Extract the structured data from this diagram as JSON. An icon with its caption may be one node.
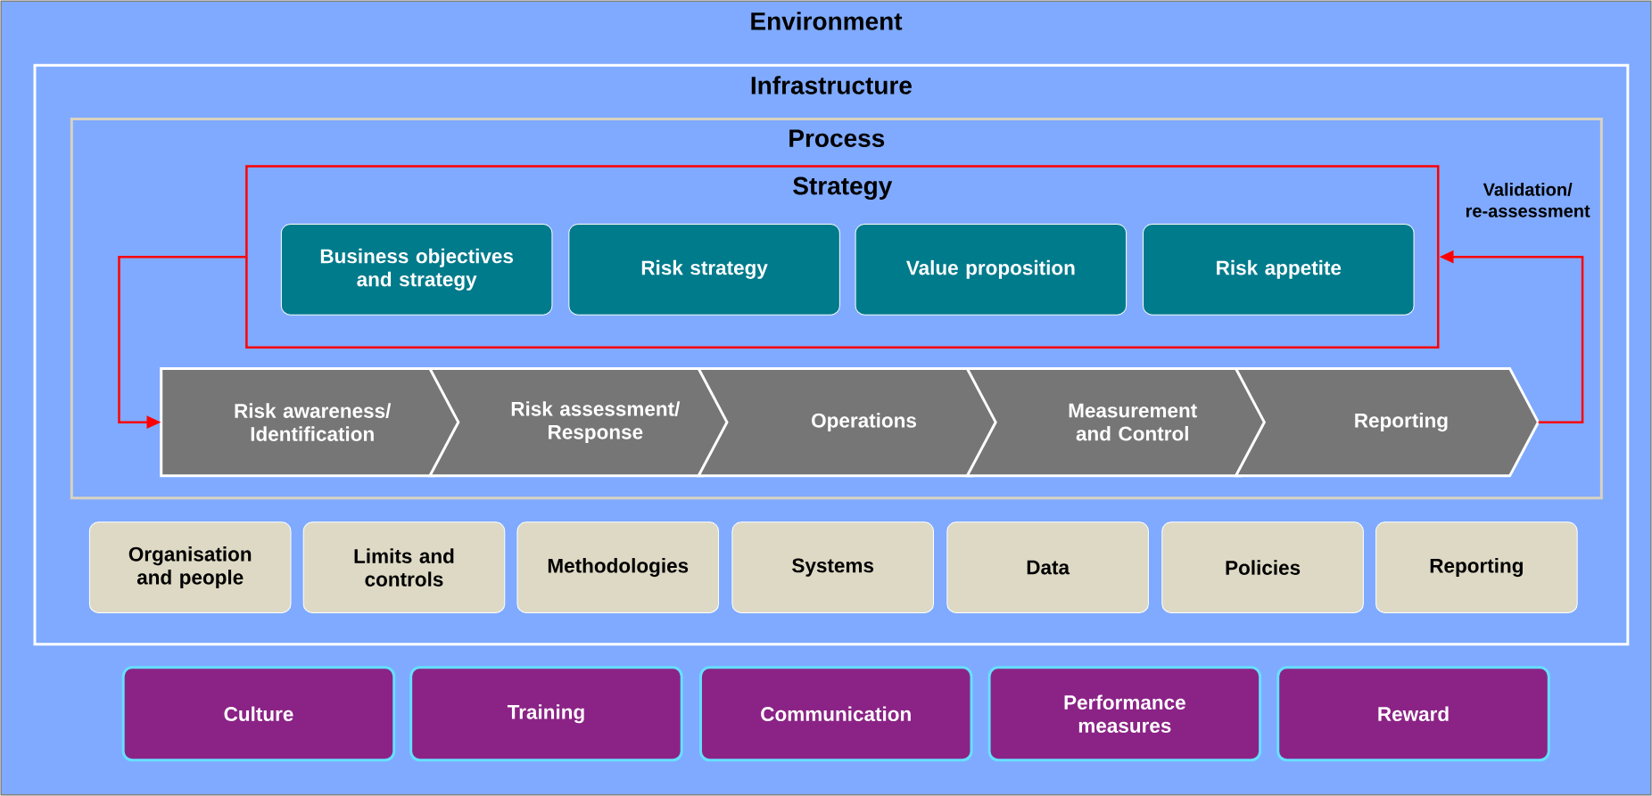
{
  "diagram": {
    "nodes": [
      {
        "text": [
          "Environment"
        ]
      },
      {
        "text": [
          "Infrastructure"
        ],
        "in": 0
      },
      {
        "text": [
          "Process"
        ],
        "in": 1
      },
      {
        "text": [
          "Strategy"
        ],
        "in": 2
      },
      {
        "text": [
          "Business objectives and strategy"
        ],
        "in": 3
      },
      {
        "text": [
          "Risk strategy"
        ],
        "in": 3
      },
      {
        "text": [
          "Value proposition"
        ],
        "in": 3
      },
      {
        "text": [
          "Risk appetite"
        ],
        "in": 3
      },
      {
        "text": [
          "Risk awareness/ Identification"
        ],
        "in": 2
      },
      {
        "text": [
          "Risk assessment/ Response"
        ],
        "in": 2
      },
      {
        "text": [
          "Operations"
        ],
        "in": 2
      },
      {
        "text": [
          "Measurement and Control"
        ],
        "in": 2
      },
      {
        "text": [
          "Reporting"
        ],
        "in": 2
      },
      {
        "text": [
          "Organisation and people"
        ],
        "in": 1
      },
      {
        "text": [
          "Limits and controls"
        ],
        "in": 1
      },
      {
        "text": [
          "Methodologies"
        ],
        "in": 1
      },
      {
        "text": [
          "Systems"
        ],
        "in": 1
      },
      {
        "text": [
          "Data"
        ],
        "in": 1
      },
      {
        "text": [
          "Policies"
        ],
        "in": 1
      },
      {
        "text": [
          "Reporting"
        ],
        "in": 1
      },
      {
        "text": [
          "Culture"
        ],
        "in": 0
      },
      {
        "text": [
          "Training"
        ],
        "in": 0
      },
      {
        "text": [
          "Communication"
        ],
        "in": 0
      },
      {
        "text": [
          "Performance measures"
        ],
        "in": 0
      },
      {
        "text": [
          "Reward"
        ],
        "in": 0
      }
    ],
    "edges": [
      {
        "from": 3,
        "to": 8,
        "arrow": "to"
      },
      {
        "from": 12,
        "to": 3,
        "arrow": "to",
        "label": "Validation/ re-assessment"
      }
    ]
  }
}
